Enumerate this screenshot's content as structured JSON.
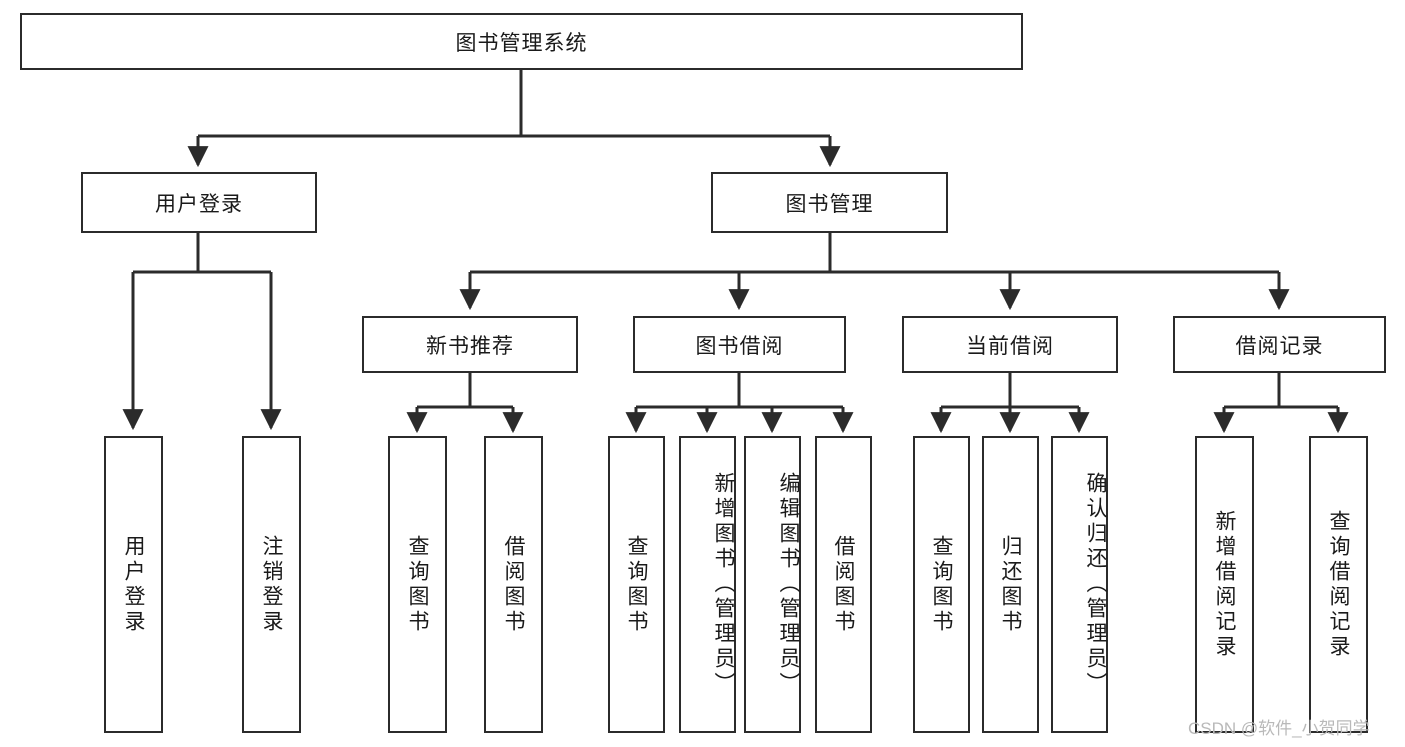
{
  "diagram": {
    "type": "tree-hierarchy-flowchart",
    "title": "图书管理系统",
    "orientation": "top-down",
    "line_color": "#2b2b2b",
    "box_fill": "#ffffff",
    "text_color": "#1a1a1a",
    "nodes": {
      "root": {
        "label": "图书管理系统",
        "level": 1
      },
      "l2": [
        {
          "id": "user-login",
          "label": "用户登录",
          "level": 2
        },
        {
          "id": "book-manage",
          "label": "图书管理",
          "level": 2
        }
      ],
      "l3": [
        {
          "id": "new-book-recommend",
          "label": "新书推荐",
          "level": 3,
          "parent": "book-manage"
        },
        {
          "id": "book-borrow",
          "label": "图书借阅",
          "level": 3,
          "parent": "book-manage"
        },
        {
          "id": "current-borrow",
          "label": "当前借阅",
          "level": 3,
          "parent": "book-manage"
        },
        {
          "id": "borrow-record",
          "label": "借阅记录",
          "level": 3,
          "parent": "book-manage"
        }
      ],
      "leaves": [
        {
          "id": "leaf-user-login",
          "label": "用户登录",
          "parent": "user-login"
        },
        {
          "id": "leaf-logout",
          "label": "注销登录",
          "parent": "user-login"
        },
        {
          "id": "leaf-query-book-1",
          "label": "查询图书",
          "parent": "new-book-recommend"
        },
        {
          "id": "leaf-borrow-book-1",
          "label": "借阅图书",
          "parent": "new-book-recommend"
        },
        {
          "id": "leaf-query-book-2",
          "label": "查询图书",
          "parent": "book-borrow"
        },
        {
          "id": "leaf-add-book",
          "label": "新增图书（管理员）",
          "parent": "book-borrow"
        },
        {
          "id": "leaf-edit-book",
          "label": "编辑图书（管理员）",
          "parent": "book-borrow"
        },
        {
          "id": "leaf-borrow-book-2",
          "label": "借阅图书",
          "parent": "book-borrow"
        },
        {
          "id": "leaf-query-book-3",
          "label": "查询图书",
          "parent": "current-borrow"
        },
        {
          "id": "leaf-return-book",
          "label": "归还图书",
          "parent": "current-borrow"
        },
        {
          "id": "leaf-confirm-return",
          "label": "确认归还（管理员）",
          "parent": "current-borrow"
        },
        {
          "id": "leaf-add-record",
          "label": "新增借阅记录",
          "parent": "borrow-record"
        },
        {
          "id": "leaf-query-record",
          "label": "查询借阅记录",
          "parent": "borrow-record"
        }
      ]
    }
  },
  "watermark": {
    "text": "CSDN @软件_小贺同学"
  }
}
